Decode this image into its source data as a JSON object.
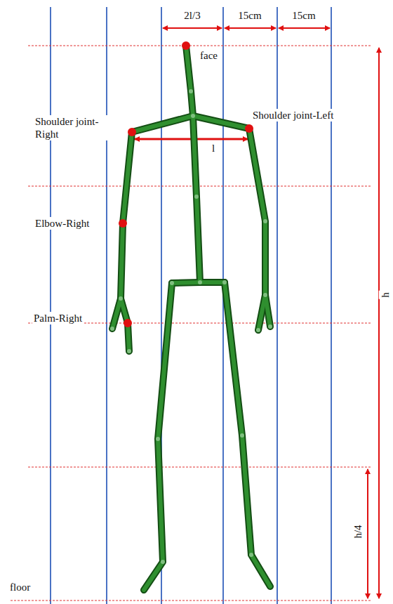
{
  "diagram": {
    "labels": [
      "2l/3",
      "15cm",
      "15cm",
      "face",
      "Shoulder joint-Right",
      "Shoulder joint-Left",
      "l",
      "Elbow-Right",
      "Palm-Right",
      "h",
      "h/4",
      "floor"
    ]
  }
}
